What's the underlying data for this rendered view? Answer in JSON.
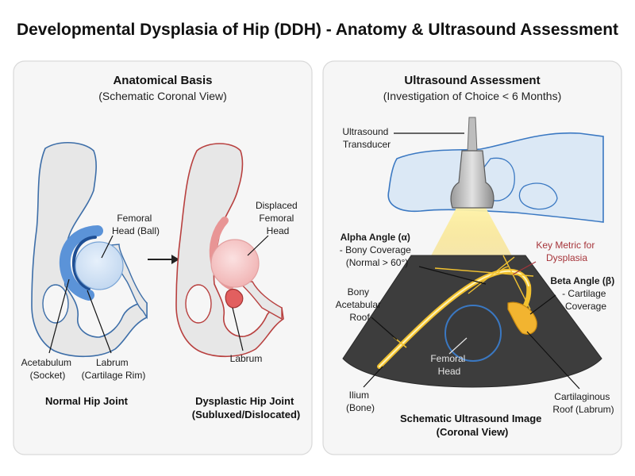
{
  "title": "Developmental Dysplasia of Hip (DDH) - Anatomy & Ultrasound Assessment",
  "colors": {
    "panel_border": "#d9d9d9",
    "normal_blue": "#3a78c2",
    "dysplastic_red": "#b8403f",
    "ultrasound_yellow": "#f2c230",
    "sector_gray": "#3d3d3d",
    "key_metric_red": "#a6343a"
  },
  "left_panel": {
    "title": "Anatomical Basis",
    "subtitle": "(Schematic Coronal View)",
    "normal": {
      "femoral_head_label": [
        "Femoral",
        "Head (Ball)"
      ],
      "acetabulum_label": [
        "Acetabulum",
        "(Socket)"
      ],
      "labrum_label": [
        "Labrum",
        "(Cartilage Rim)"
      ],
      "caption": "Normal Hip Joint"
    },
    "dysplastic": {
      "femoral_head_label": [
        "Displaced",
        "Femoral",
        "Head"
      ],
      "labrum_label": "Labrum",
      "caption": [
        "Dysplastic Hip Joint",
        "(Subluxed/Dislocated)"
      ]
    }
  },
  "right_panel": {
    "title": "Ultrasound Assessment",
    "subtitle": "(Investigation of Choice < 6 Months)",
    "transducer_label": [
      "Ultrasound",
      "Transducer"
    ],
    "alpha_label": [
      "Alpha Angle (α)",
      "- Bony Coverage",
      "(Normal > 60°)"
    ],
    "key_metric_label": [
      "Key Metric for",
      "Dysplasia"
    ],
    "beta_label": [
      "Beta Angle (β)",
      "- Cartilage",
      "Coverage"
    ],
    "bony_roof_label": [
      "Bony",
      "Acetabular",
      "Roof"
    ],
    "femoral_head_label": [
      "Femoral",
      "Head"
    ],
    "ilium_label": [
      "Ilium",
      "(Bone)"
    ],
    "cartilage_roof_label": [
      "Cartilaginous",
      "Roof (Labrum)"
    ],
    "caption": [
      "Schematic Ultrasound Image",
      "(Coronal View)"
    ]
  }
}
